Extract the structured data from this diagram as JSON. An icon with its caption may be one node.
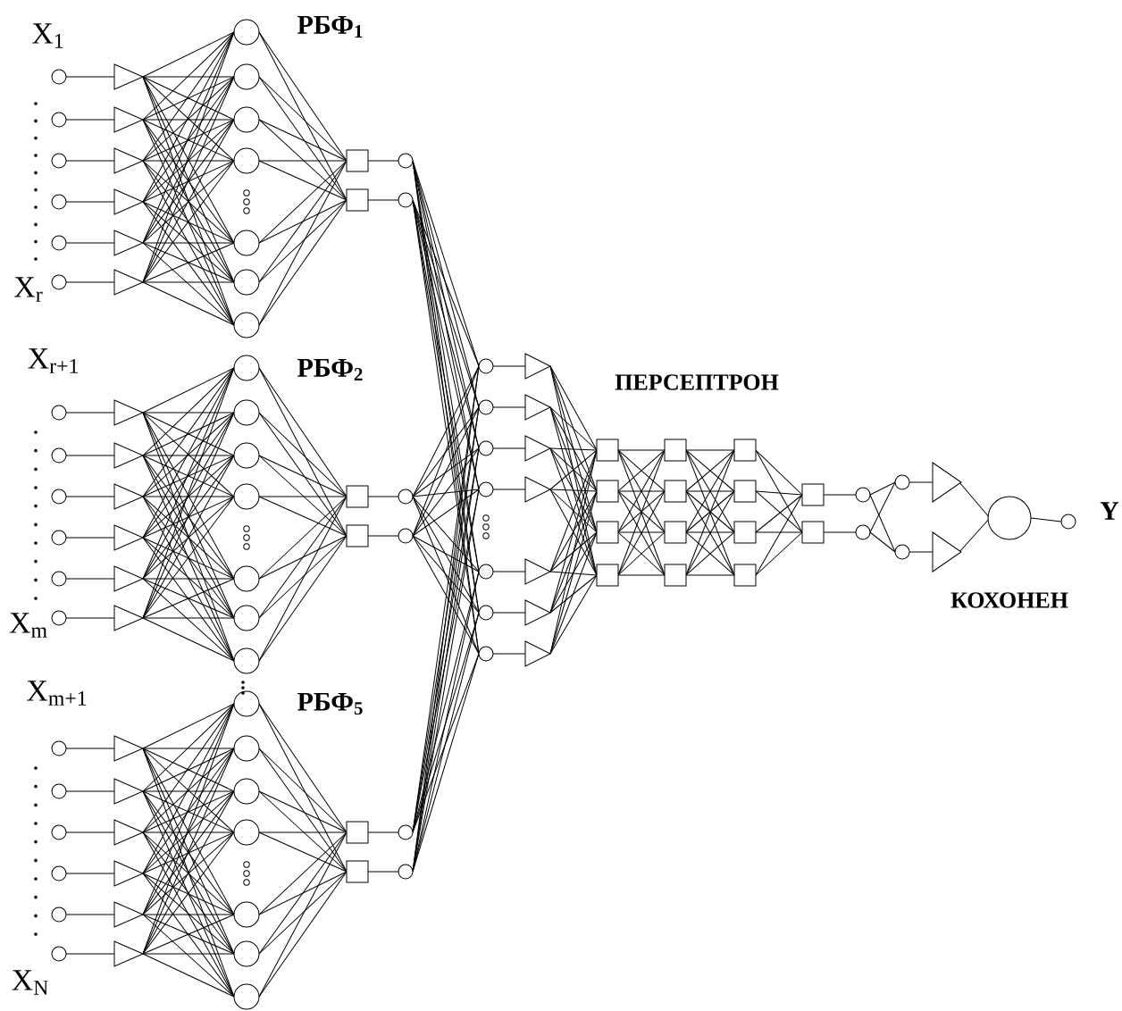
{
  "diagram": {
    "labels": [
      "X$_{1}$",
      "РБФ$_{1}$",
      "X$_{r}$",
      "X$_{r+1}$",
      "РБФ$_{2}$",
      "X$_{m}$",
      "X$_{m+1}$",
      "РБФ$_{5}$",
      "ПЕРСЕПТРОН",
      "Y",
      "КОХОНЕН",
      "X$_{N}$"
    ]
  }
}
